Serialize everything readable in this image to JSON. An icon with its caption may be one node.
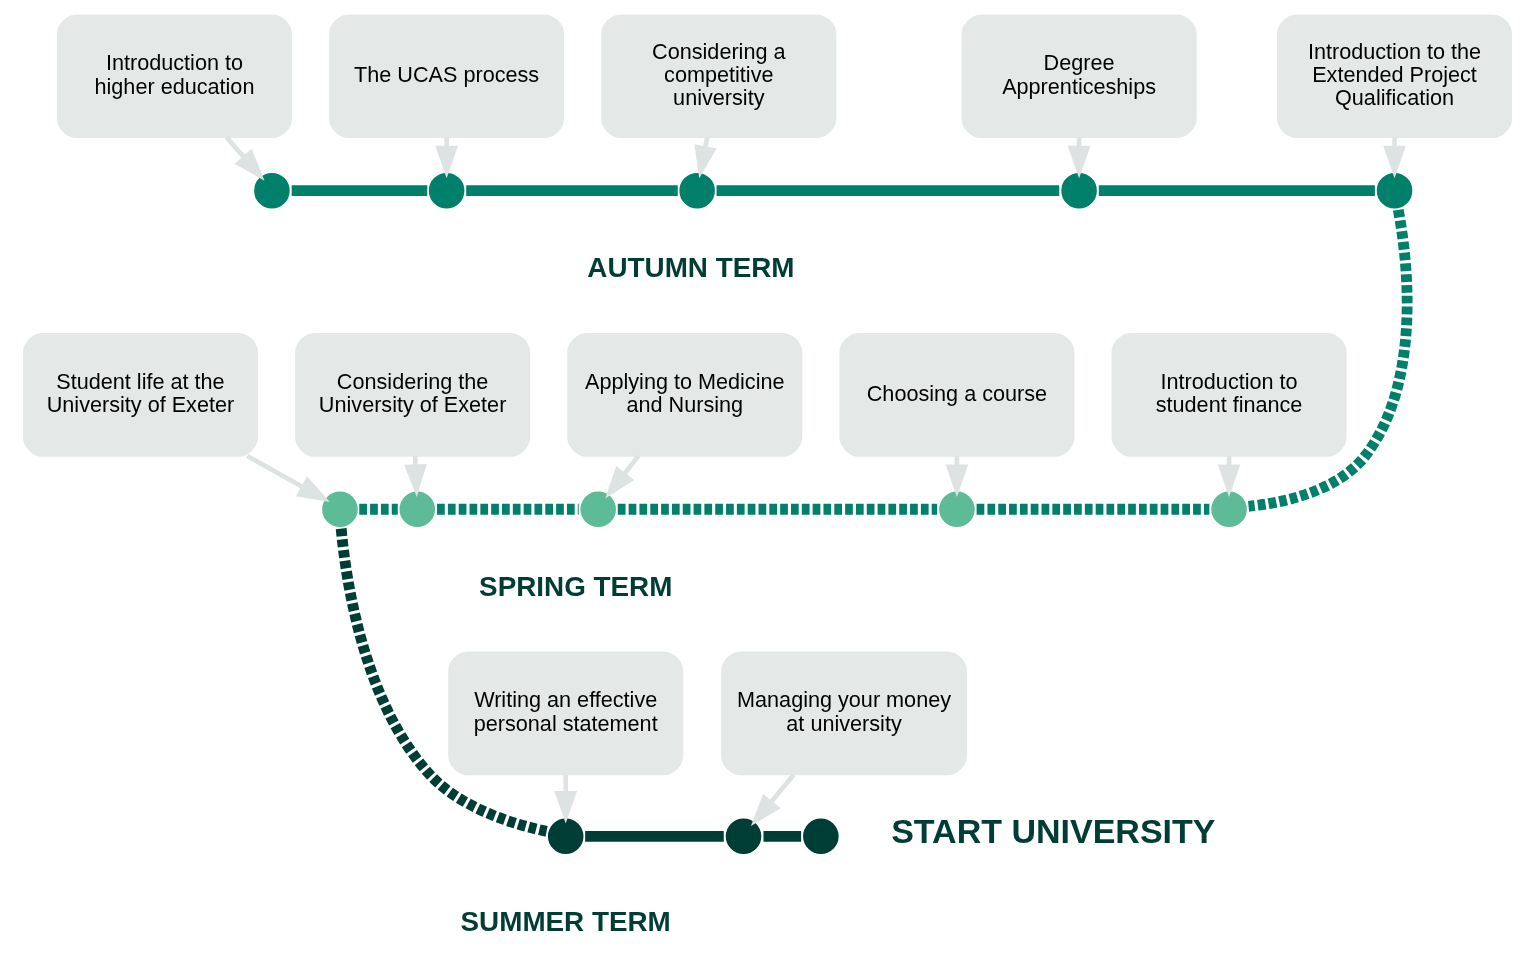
{
  "diagram": {
    "nodes": [
      {
        "text": [
          "Introduction to higher education"
        ]
      },
      {
        "text": [
          "The UCAS process"
        ]
      },
      {
        "text": [
          "Considering a competitive university"
        ]
      },
      {
        "text": [
          "Degree Apprenticeships"
        ]
      },
      {
        "text": [
          "Introduction to the Extended Project Qualification"
        ]
      },
      {
        "text": [],
        "shape": "circle"
      },
      {
        "text": [],
        "shape": "circle"
      },
      {
        "text": [],
        "shape": "circle"
      },
      {
        "text": [],
        "shape": "circle"
      },
      {
        "text": [],
        "shape": "circle"
      },
      {
        "text": [
          "Student life at the University of Exeter"
        ]
      },
      {
        "text": [
          "Considering the University of Exeter"
        ]
      },
      {
        "text": [
          "Applying to Medicine and Nursing"
        ]
      },
      {
        "text": [
          "Choosing a course"
        ]
      },
      {
        "text": [
          "Introduction to student finance"
        ]
      },
      {
        "text": [],
        "shape": "circle"
      },
      {
        "text": [],
        "shape": "circle"
      },
      {
        "text": [],
        "shape": "circle"
      },
      {
        "text": [],
        "shape": "circle"
      },
      {
        "text": [],
        "shape": "circle"
      },
      {
        "text": [
          "Writing an effective personal statement"
        ]
      },
      {
        "text": [
          "Managing your money at university"
        ]
      },
      {
        "text": [],
        "shape": "circle"
      },
      {
        "text": [],
        "shape": "circle"
      },
      {
        "text": [],
        "shape": "circle",
        "beside": [
          "START UNIVERSITY"
        ]
      }
    ],
    "edges": [
      {
        "from": 0,
        "to": 5,
        "arrow": "to",
        "color": "#dde3e2"
      },
      {
        "from": 1,
        "to": 6,
        "arrow": "to",
        "color": "#dde3e2"
      },
      {
        "from": 2,
        "to": 7,
        "arrow": "to",
        "color": "#dde3e2"
      },
      {
        "from": 3,
        "to": 8,
        "arrow": "to",
        "color": "#dde3e2"
      },
      {
        "from": 4,
        "to": 9,
        "arrow": "to",
        "color": "#dde3e2"
      },
      {
        "from": 5,
        "to": 6,
        "arrow": "none",
        "style": "thick",
        "color": "#00806a"
      },
      {
        "from": 6,
        "to": 7,
        "arrow": "none",
        "style": "thick",
        "color": "#00806a"
      },
      {
        "from": 7,
        "to": 8,
        "arrow": "none",
        "style": "thick",
        "color": "#00806a"
      },
      {
        "from": 8,
        "to": 9,
        "arrow": "none",
        "style": "thick",
        "color": "#00806a"
      },
      {
        "from": 9,
        "to": 19,
        "arrow": "none",
        "style": "dashed",
        "color": "#00806a"
      },
      {
        "from": 10,
        "to": 15,
        "arrow": "to",
        "color": "#dde3e2"
      },
      {
        "from": 11,
        "to": 16,
        "arrow": "to",
        "color": "#dde3e2"
      },
      {
        "from": 12,
        "to": 17,
        "arrow": "to",
        "color": "#dde3e2"
      },
      {
        "from": 13,
        "to": 18,
        "arrow": "to",
        "color": "#dde3e2"
      },
      {
        "from": 14,
        "to": 19,
        "arrow": "to",
        "color": "#dde3e2"
      },
      {
        "from": 15,
        "to": 16,
        "arrow": "none",
        "style": "dashed",
        "color": "#00806a"
      },
      {
        "from": 16,
        "to": 17,
        "arrow": "none",
        "style": "dashed",
        "color": "#00806a"
      },
      {
        "from": 17,
        "to": 18,
        "arrow": "none",
        "style": "dashed",
        "color": "#00806a"
      },
      {
        "from": 18,
        "to": 19,
        "arrow": "none",
        "style": "dashed",
        "color": "#00806a"
      },
      {
        "from": 15,
        "to": 22,
        "arrow": "none",
        "style": "dashed",
        "color": "#003d35"
      },
      {
        "from": 20,
        "to": 22,
        "arrow": "to",
        "color": "#dde3e2"
      },
      {
        "from": 21,
        "to": 23,
        "arrow": "to",
        "color": "#dde3e2"
      },
      {
        "from": 22,
        "to": 23,
        "arrow": "none",
        "style": "thick",
        "color": "#003d35"
      },
      {
        "from": 23,
        "to": 24,
        "arrow": "none",
        "style": "thick",
        "color": "#003d35"
      }
    ],
    "labels": [
      "AUTUMN TERM",
      "SPRING TERM",
      "SUMMER TERM"
    ]
  }
}
